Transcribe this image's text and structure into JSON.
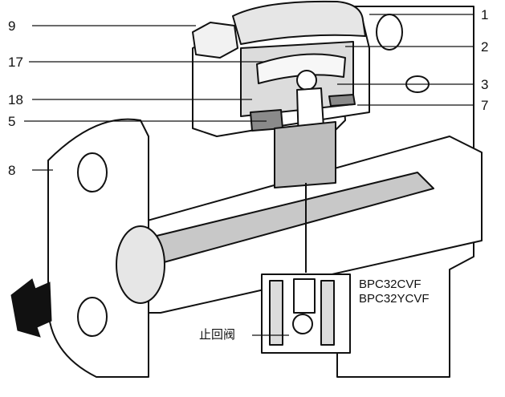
{
  "callouts": {
    "c1": "1",
    "c2": "2",
    "c3": "3",
    "c7": "7",
    "c9": "9",
    "c17": "17",
    "c18": "18",
    "c5": "5",
    "c8": "8"
  },
  "detail": {
    "model_line1": "BPC32CVF",
    "model_line2": "BPC32YCVF",
    "check_valve_label": "止回阀"
  },
  "colors": {
    "line": "#111111",
    "body_fill": "#ffffff",
    "cavity_fill": "#bdbdbd",
    "detail_fill": "#d9d9d9",
    "arrow_fill": "#111111"
  }
}
